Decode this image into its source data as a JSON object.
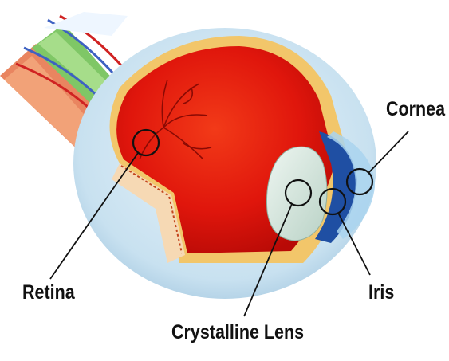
{
  "diagram": {
    "labels": {
      "cornea": "Cornea",
      "retina": "Retina",
      "iris": "Iris",
      "lens": "Crystalline Lens"
    }
  },
  "colors": {
    "interior_red": "#e0160c",
    "sclera": "#cfe6f3",
    "lens": "#d7e8e0",
    "outline": "#111111"
  }
}
